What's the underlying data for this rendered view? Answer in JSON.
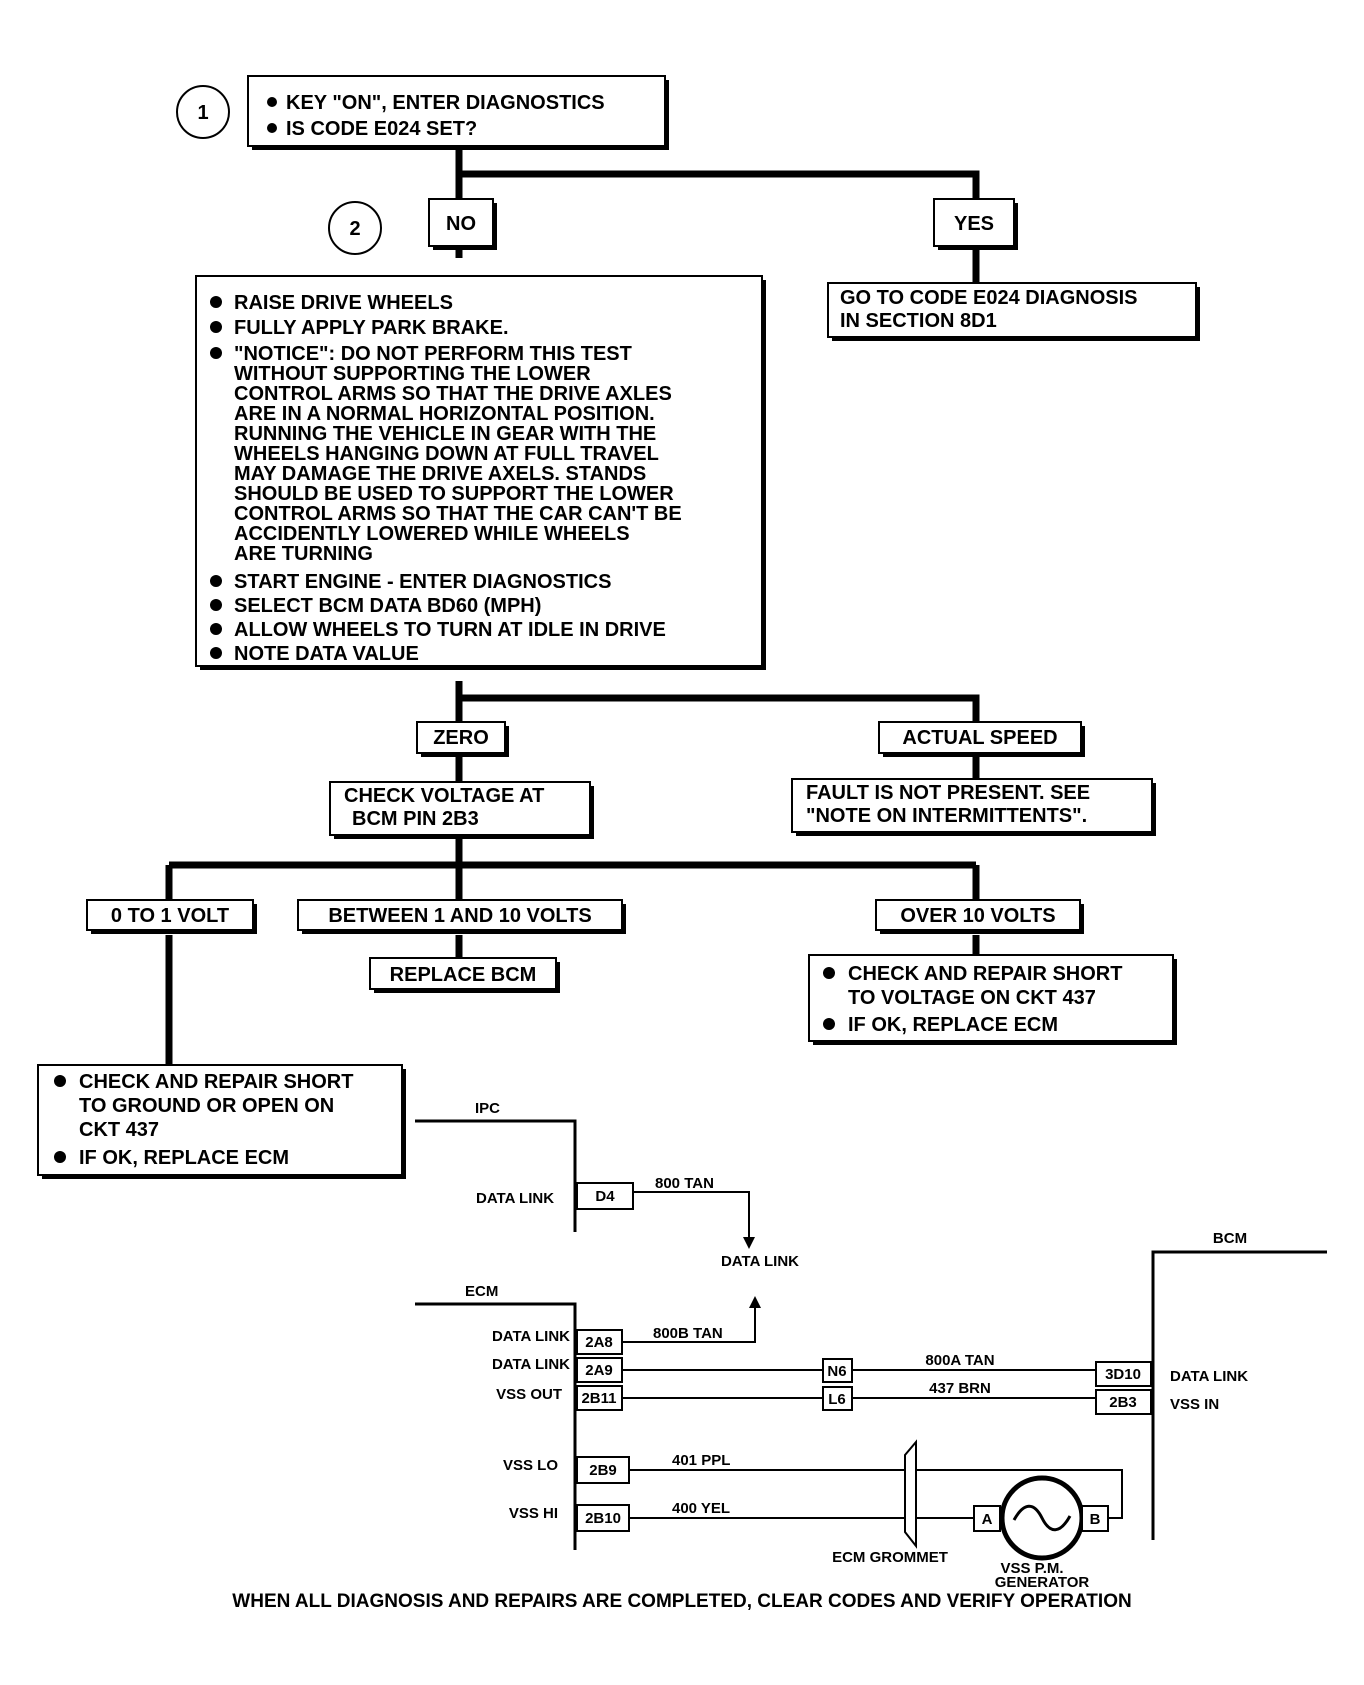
{
  "steps": {
    "one": "1",
    "two": "2"
  },
  "start": {
    "lines": [
      "KEY \"ON\", ENTER DIAGNOSTICS",
      "IS CODE E024 SET?"
    ]
  },
  "branch1": {
    "no": "NO",
    "yes": "YES"
  },
  "yes_result": {
    "lines": [
      "GO TO CODE E024 DIAGNOSIS",
      "IN SECTION 8D1"
    ]
  },
  "test": {
    "item1": "RAISE DRIVE WHEELS",
    "item2": "FULLY APPLY PARK BRAKE.",
    "notice": [
      "\"NOTICE\": DO NOT PERFORM THIS TEST",
      "WITHOUT SUPPORTING THE LOWER",
      "CONTROL ARMS SO THAT THE DRIVE AXLES",
      "ARE IN A NORMAL HORIZONTAL POSITION.",
      "RUNNING THE VEHICLE IN GEAR WITH THE",
      "WHEELS HANGING DOWN AT FULL TRAVEL",
      "MAY DAMAGE THE DRIVE AXELS. STANDS",
      "SHOULD BE USED TO SUPPORT THE LOWER",
      "CONTROL ARMS SO THAT THE CAR CAN'T BE",
      "ACCIDENTLY LOWERED WHILE WHEELS",
      "ARE TURNING"
    ],
    "item4": "START ENGINE - ENTER DIAGNOSTICS",
    "item5": "SELECT BCM DATA BD60 (MPH)",
    "item6": "ALLOW WHEELS TO TURN AT IDLE IN DRIVE",
    "item7": "NOTE DATA VALUE"
  },
  "branch2": {
    "zero": "ZERO",
    "actual": "ACTUAL SPEED"
  },
  "check_voltage": {
    "lines": [
      "CHECK VOLTAGE AT",
      "BCM PIN 2B3"
    ]
  },
  "fault": {
    "lines": [
      "FAULT IS NOT PRESENT. SEE",
      "\"NOTE ON INTERMITTENTS\"."
    ]
  },
  "branch3": {
    "low": "0 TO 1 VOLT",
    "mid": "BETWEEN 1 AND 10 VOLTS",
    "high": "OVER 10 VOLTS"
  },
  "replace_bcm": "REPLACE BCM",
  "high_result": {
    "item1": [
      "CHECK AND REPAIR SHORT",
      "TO VOLTAGE ON  CKT 437"
    ],
    "item2": "IF OK, REPLACE ECM"
  },
  "low_result": {
    "item1": [
      "CHECK AND REPAIR SHORT",
      "TO GROUND OR OPEN ON",
      "CKT 437"
    ],
    "item2": "IF OK, REPLACE ECM"
  },
  "schematic": {
    "ipc": "IPC",
    "ecm": "ECM",
    "bcm": "BCM",
    "ipc_data_link": "DATA LINK",
    "ipc_pin": "D4",
    "wire_800": "800 TAN",
    "data_link_arrow": "DATA LINK",
    "ecm_pins": [
      {
        "label": "DATA LINK",
        "pin": "2A8"
      },
      {
        "label": "DATA LINK",
        "pin": "2A9"
      },
      {
        "label": "VSS OUT",
        "pin": "2B11"
      },
      {
        "label": "VSS LO",
        "pin": "2B9"
      },
      {
        "label": "VSS HI",
        "pin": "2B10"
      }
    ],
    "wire_800b": "800B TAN",
    "conn_n6": "N6",
    "conn_l6": "L6",
    "wire_800a": "800A TAN",
    "wire_437": "437 BRN",
    "wire_401": "401 PPL",
    "wire_400": "400 YEL",
    "bcm_pins": [
      {
        "pin": "3D10",
        "label": "DATA LINK"
      },
      {
        "pin": "2B3",
        "label": "VSS IN"
      }
    ],
    "grommet": "ECM GROMMET",
    "gen_a": "A",
    "gen_b": "B",
    "generator": [
      "VSS P.M.",
      "GENERATOR"
    ]
  },
  "footer": "WHEN ALL DIAGNOSIS AND REPAIRS ARE COMPLETED, CLEAR CODES AND VERIFY OPERATION"
}
